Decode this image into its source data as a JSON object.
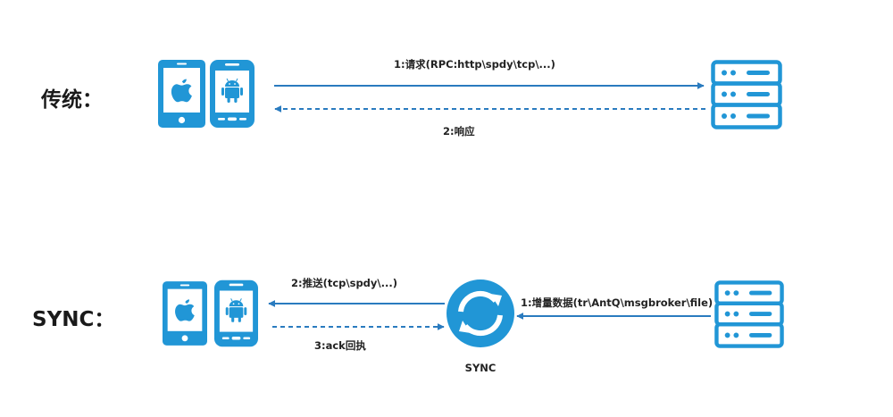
{
  "colors": {
    "icon_blue": "#2196D6",
    "arrow_blue": "#2A7BBF",
    "text": "#222222",
    "background": "#FFFFFF"
  },
  "rows": {
    "traditional": {
      "label": "传统：",
      "client_icons": [
        "ios-phone-icon",
        "android-phone-icon"
      ],
      "server_icon": "server-stack-icon",
      "flows": [
        {
          "step": "1",
          "label": "1:请求(RPC:http\\spdy\\tcp\\...)",
          "direction": "client-to-server",
          "style": "solid"
        },
        {
          "step": "2",
          "label": "2:响应",
          "direction": "server-to-client",
          "style": "dashed"
        }
      ]
    },
    "sync": {
      "label": "SYNC：",
      "client_icons": [
        "ios-phone-icon",
        "android-phone-icon"
      ],
      "hub_icon": "sync-refresh-icon",
      "hub_caption": "SYNC",
      "server_icon": "server-stack-icon",
      "flows": [
        {
          "step": "1",
          "label": "1:增量数据(tr\\AntQ\\msgbroker\\file)",
          "direction": "server-to-sync",
          "style": "solid"
        },
        {
          "step": "2",
          "label": "2:推送(tcp\\spdy\\...)",
          "direction": "sync-to-client",
          "style": "solid"
        },
        {
          "step": "3",
          "label": "3:ack回执",
          "direction": "client-to-sync",
          "style": "dashed"
        }
      ]
    }
  }
}
